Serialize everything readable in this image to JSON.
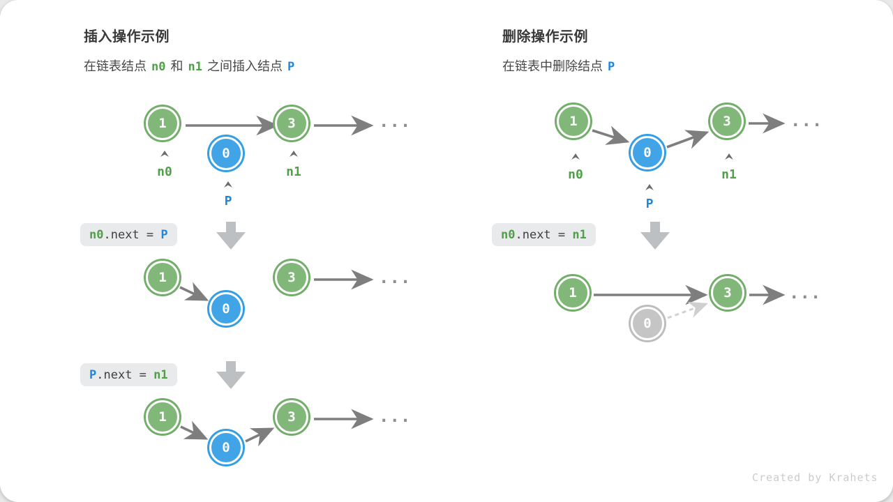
{
  "colors": {
    "node_green_fill": "#82b77a",
    "node_green_ring": "#72ad69",
    "node_blue_fill": "#41a4e6",
    "node_blue_ring": "#339ee4",
    "node_gray_fill": "#c5c5c5",
    "text_green": "#4fa048",
    "text_blue": "#1e87dd",
    "arrow_gray": "#7e7e7e",
    "code_bg": "#e9eaec"
  },
  "insert_panel": {
    "title": "插入操作示例",
    "subtitle": {
      "part1": "在链表结点",
      "n0": "n0",
      "part2": "和",
      "n1": "n1",
      "part3": "之间插入结点",
      "p": "P"
    },
    "node_values": {
      "first": "1",
      "third": "3",
      "inserted": "0"
    },
    "pointer_labels": {
      "n0": "n0",
      "n1": "n1",
      "p": "P"
    },
    "ellipsis": "...",
    "code1": {
      "lhs": "n0",
      "mid": ".next = ",
      "rhs": "P"
    },
    "code2": {
      "lhs": "P",
      "mid": ".next = ",
      "rhs": "n1"
    }
  },
  "delete_panel": {
    "title": "删除操作示例",
    "subtitle": {
      "part1": "在链表中删除结点",
      "p": "P"
    },
    "node_values": {
      "first": "1",
      "third": "3",
      "deleted": "0"
    },
    "pointer_labels": {
      "n0": "n0",
      "n1": "n1",
      "p": "P"
    },
    "ellipsis": "...",
    "code1": {
      "lhs": "n0",
      "mid": ".next = ",
      "rhs": "n1"
    }
  },
  "footer": {
    "credit": "Created by Krahets"
  }
}
